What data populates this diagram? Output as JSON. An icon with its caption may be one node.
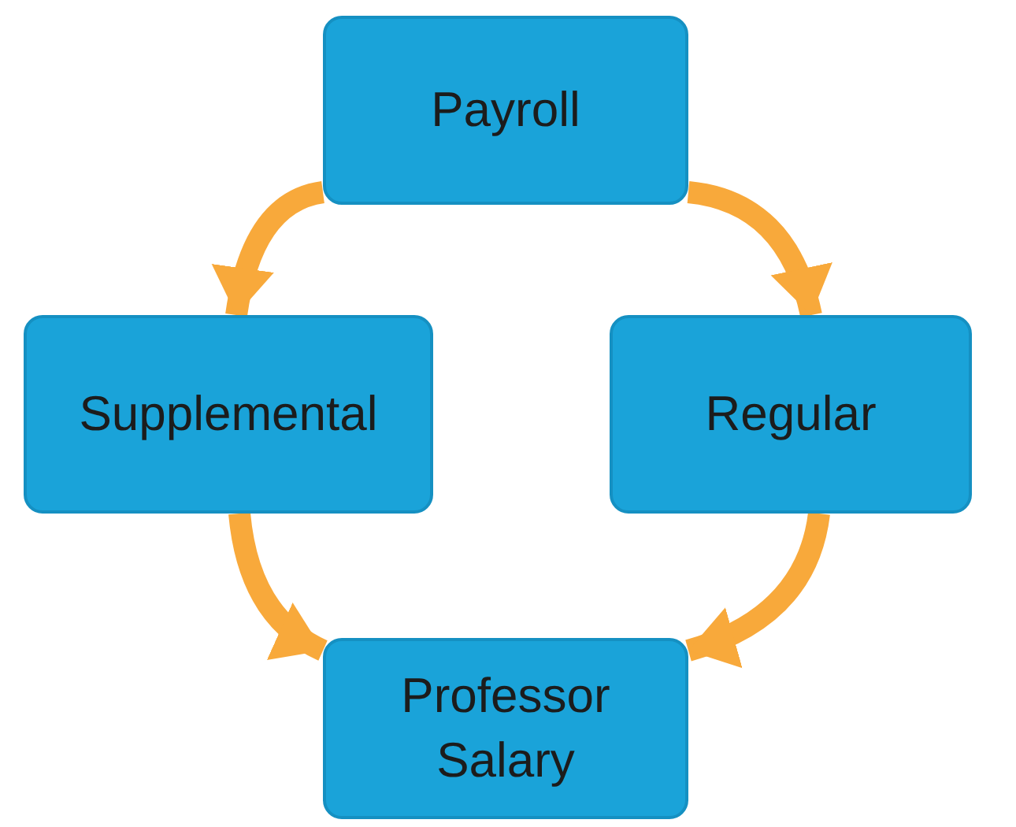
{
  "diagram": {
    "nodes": [
      {
        "text": [
          "Payroll"
        ]
      },
      {
        "text": [
          "Supplemental"
        ]
      },
      {
        "text": [
          "Regular"
        ]
      },
      {
        "text": [
          "Professor Salary"
        ]
      }
    ],
    "edges": [
      {
        "from": 0,
        "to": 1,
        "arrow": "to"
      },
      {
        "from": 0,
        "to": 2,
        "arrow": "to"
      },
      {
        "from": 1,
        "to": 3,
        "arrow": "to"
      },
      {
        "from": 2,
        "to": 3,
        "arrow": "to"
      }
    ]
  }
}
